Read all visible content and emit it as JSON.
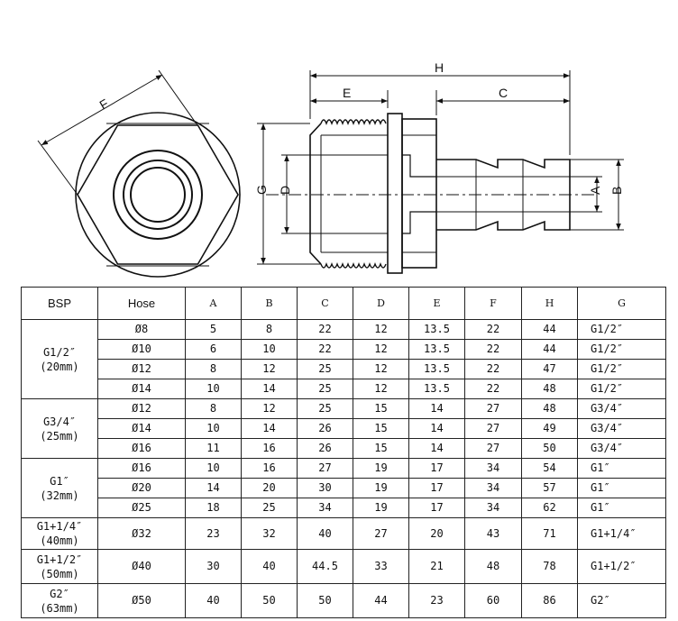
{
  "drawing": {
    "labels": {
      "F": "F",
      "H": "H",
      "E": "E",
      "C": "C",
      "G": "G",
      "D": "D",
      "A": "A",
      "B": "B"
    }
  },
  "table": {
    "headers": [
      "BSP",
      "Hose",
      "A",
      "B",
      "C",
      "D",
      "E",
      "F",
      "H",
      "G"
    ],
    "groups": [
      {
        "bsp": [
          "G1/2″",
          "(20mm)"
        ],
        "rows": [
          [
            "Ø8",
            "5",
            "8",
            "22",
            "12",
            "13.5",
            "22",
            "44",
            "G1/2″"
          ],
          [
            "Ø10",
            "6",
            "10",
            "22",
            "12",
            "13.5",
            "22",
            "44",
            "G1/2″"
          ],
          [
            "Ø12",
            "8",
            "12",
            "25",
            "12",
            "13.5",
            "22",
            "47",
            "G1/2″"
          ],
          [
            "Ø14",
            "10",
            "14",
            "25",
            "12",
            "13.5",
            "22",
            "48",
            "G1/2″"
          ]
        ]
      },
      {
        "bsp": [
          "G3/4″",
          "(25mm)"
        ],
        "rows": [
          [
            "Ø12",
            "8",
            "12",
            "25",
            "15",
            "14",
            "27",
            "48",
            "G3/4″"
          ],
          [
            "Ø14",
            "10",
            "14",
            "26",
            "15",
            "14",
            "27",
            "49",
            "G3/4″"
          ],
          [
            "Ø16",
            "11",
            "16",
            "26",
            "15",
            "14",
            "27",
            "50",
            "G3/4″"
          ]
        ]
      },
      {
        "bsp": [
          "G1″",
          "(32mm)"
        ],
        "rows": [
          [
            "Ø16",
            "10",
            "16",
            "27",
            "19",
            "17",
            "34",
            "54",
            "G1″"
          ],
          [
            "Ø20",
            "14",
            "20",
            "30",
            "19",
            "17",
            "34",
            "57",
            "G1″"
          ],
          [
            "Ø25",
            "18",
            "25",
            "34",
            "19",
            "17",
            "34",
            "62",
            "G1″"
          ]
        ]
      },
      {
        "bsp": [
          "G1+1/4″",
          "(40mm)"
        ],
        "rows": [
          [
            "Ø32",
            "23",
            "32",
            "40",
            "27",
            "20",
            "43",
            "71",
            "G1+1/4″"
          ]
        ]
      },
      {
        "bsp": [
          "G1+1/2″",
          "(50mm)"
        ],
        "rows": [
          [
            "Ø40",
            "30",
            "40",
            "44.5",
            "33",
            "21",
            "48",
            "78",
            "G1+1/2″"
          ]
        ]
      },
      {
        "bsp": [
          "G2″",
          "(63mm)"
        ],
        "rows": [
          [
            "Ø50",
            "40",
            "50",
            "50",
            "44",
            "23",
            "60",
            "86",
            "G2″"
          ]
        ]
      }
    ]
  }
}
